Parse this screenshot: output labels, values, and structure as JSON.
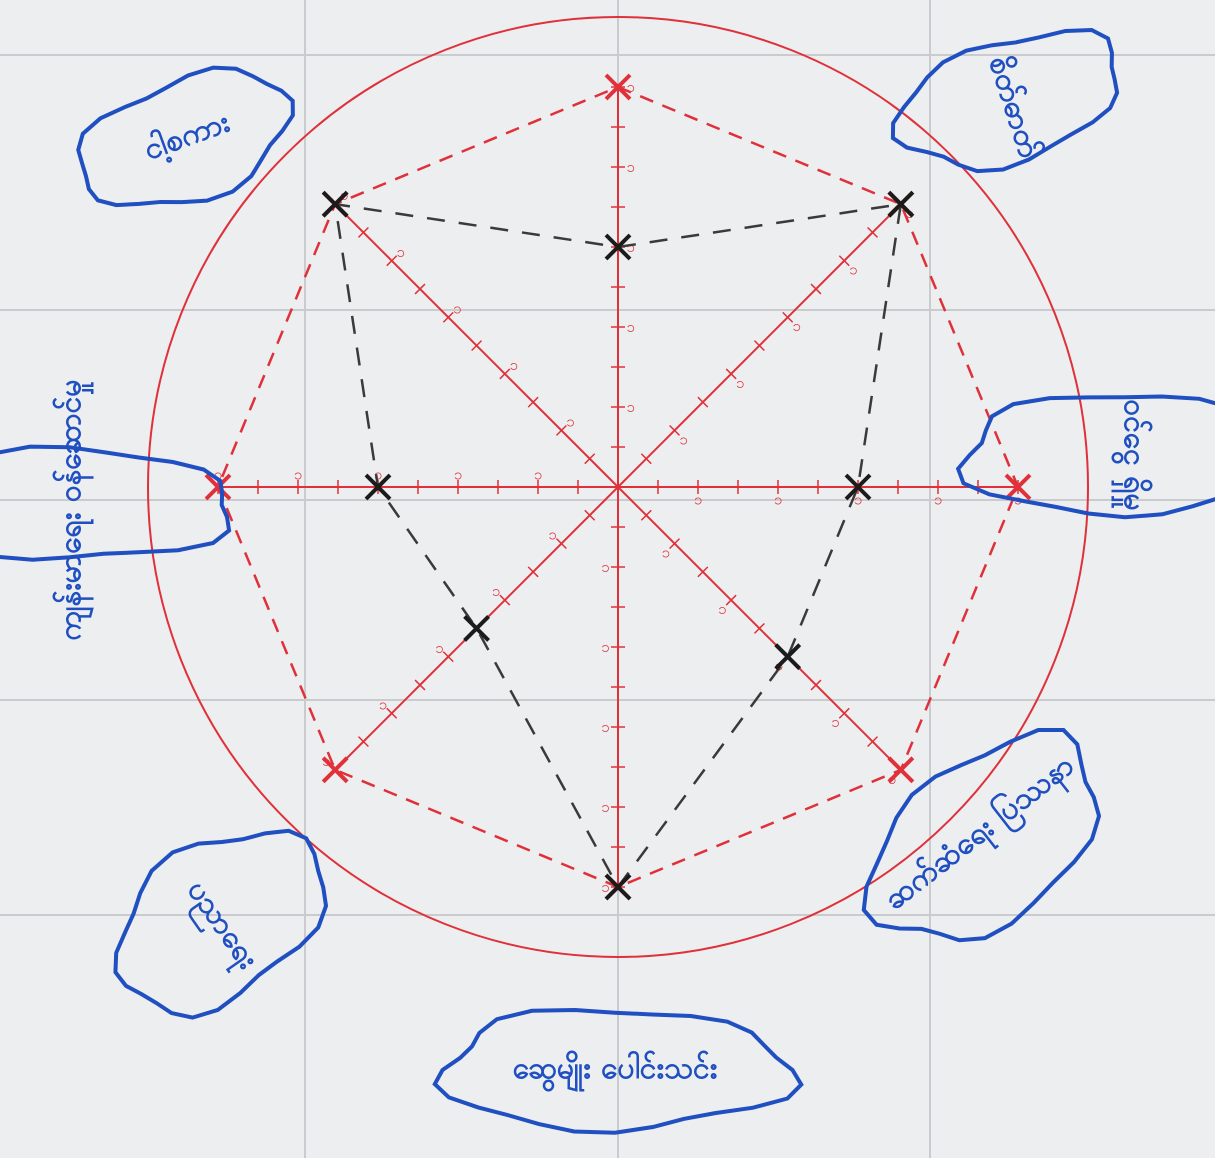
{
  "colors": {
    "paper": "#eceeef",
    "fold_line": "#c9cbce",
    "circle_red": "#e0303a",
    "marker_black": "#1b1b1b",
    "dash_gray": "#3a3a3a",
    "label_blue": "#1f4fc0"
  },
  "tick_digit": "၁",
  "labels": [
    {
      "id": "top-right",
      "text": "စိတ်ဓာတ်"
    },
    {
      "id": "upper-left",
      "text": "ငါ့စကား"
    },
    {
      "id": "right",
      "text": "ဝင်ငွေ ရှိမှု"
    },
    {
      "id": "left",
      "text": "ကျန်းမာရေး ဝန်ဆောင်မှု"
    },
    {
      "id": "lower-right",
      "text": "ဆက်ဆံရေး ပြဿနာ"
    },
    {
      "id": "lower-left",
      "text": "ပညာရေး"
    },
    {
      "id": "bottom",
      "text": "ဆွေမျိုး ပေါင်းသင်း"
    }
  ],
  "target_points": [
    {
      "axis": 0,
      "score": 10
    },
    {
      "axis": 1,
      "score": 10
    },
    {
      "axis": 2,
      "score": 10
    },
    {
      "axis": 3,
      "score": 10
    },
    {
      "axis": 4,
      "score": 10
    },
    {
      "axis": 5,
      "score": 10
    },
    {
      "axis": 6,
      "score": 10
    },
    {
      "axis": 7,
      "score": 10
    }
  ],
  "current_points": [
    {
      "axis": 0,
      "score": 6
    },
    {
      "axis": 1,
      "score": 10
    },
    {
      "axis": 2,
      "score": 6
    },
    {
      "axis": 3,
      "score": 6
    },
    {
      "axis": 4,
      "score": 10
    },
    {
      "axis": 5,
      "score": 5
    },
    {
      "axis": 6,
      "score": 6
    },
    {
      "axis": 7,
      "score": 10
    }
  ]
}
